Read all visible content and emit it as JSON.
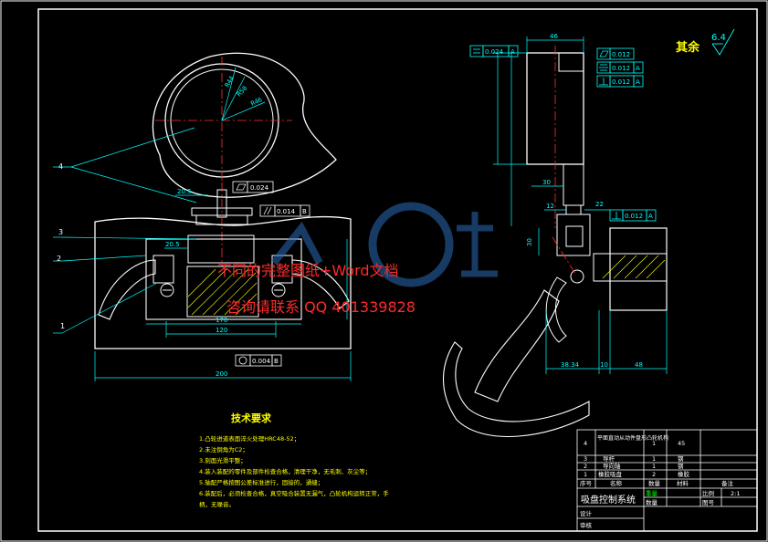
{
  "finish": {
    "label": "其余",
    "roughness": "6.4"
  },
  "tolerances": {
    "top_parallel": "0.024",
    "top_parallel_datum": "A",
    "top_right_flatness": "0.012",
    "top_right_sym": "0.012",
    "top_right_sym_datum": "A",
    "top_right_perp": "0.012",
    "top_right_perp_datum": "A",
    "left_flatness": "0.024",
    "left_parallel": "0.014",
    "left_parallel_datum": "B",
    "right_perp": "0.012",
    "right_perp_datum": "A",
    "bottom_circ": "0.004",
    "bottom_circ_datum": "B"
  },
  "dimensions": {
    "d200": "200",
    "d120": "120",
    "d170": "170",
    "d20_5a": "20.5",
    "d20_5b": "20.5",
    "d46": "46",
    "d30a": "30",
    "d30b": "30",
    "d12": "12",
    "d22": "22",
    "d10": "10",
    "d48": "48",
    "d38_34": "38.34",
    "r50": "R50",
    "r46": "R46",
    "r44": "R44"
  },
  "callouts": [
    "1",
    "2",
    "3",
    "4"
  ],
  "tech_requirements": {
    "title": "技术要求",
    "lines": [
      "1.凸轮进道表面淬火处理HRC48-52；",
      "2.未注倒角为C2；",
      "3.刻面光滑平整；",
      "4.装入装配的零件及部件检查合格，清理干净，无毛刺、灰尘等；",
      "5.轴配严格按图公差标准进行，固接的，通缝；",
      "6.装配后，必须检查合格，真空吸合装置无漏气，凸轮机构运转正常，手",
      "  柄，无噪音。"
    ]
  },
  "watermark": {
    "line1": "不同的完整图纸+Word文档",
    "line2": "咨询请联系 QQ 401339828"
  },
  "title_block": {
    "rows": [
      {
        "no": "4",
        "name": "平面直动从动件盘形凸轮机构",
        "qty": "1",
        "material": "45"
      },
      {
        "no": "3",
        "name": "导杆",
        "qty": "1",
        "material": "钢"
      },
      {
        "no": "2",
        "name": "导向轴",
        "qty": "1",
        "material": "钢"
      },
      {
        "no": "1",
        "name": "橡胶吸盘",
        "qty": "2",
        "material": "橡胶"
      }
    ],
    "header": {
      "no": "序号",
      "name": "名称",
      "qty": "数量",
      "material": "材料",
      "note": "备注"
    },
    "drawing_title": "吸盘控制系统",
    "scale_label": "比例",
    "scale": "2:1",
    "drawing_no_label": "图号",
    "designer_label": "设计",
    "reviewer_label": "审核",
    "qty_label": "数量",
    "weight_label": "重量"
  },
  "colors": {
    "line": "#ffffff",
    "dim": "#00ffff",
    "center": "#ff3030",
    "green": "#00ff00",
    "hatch": "#ffff00",
    "tol": "#00ffff"
  }
}
